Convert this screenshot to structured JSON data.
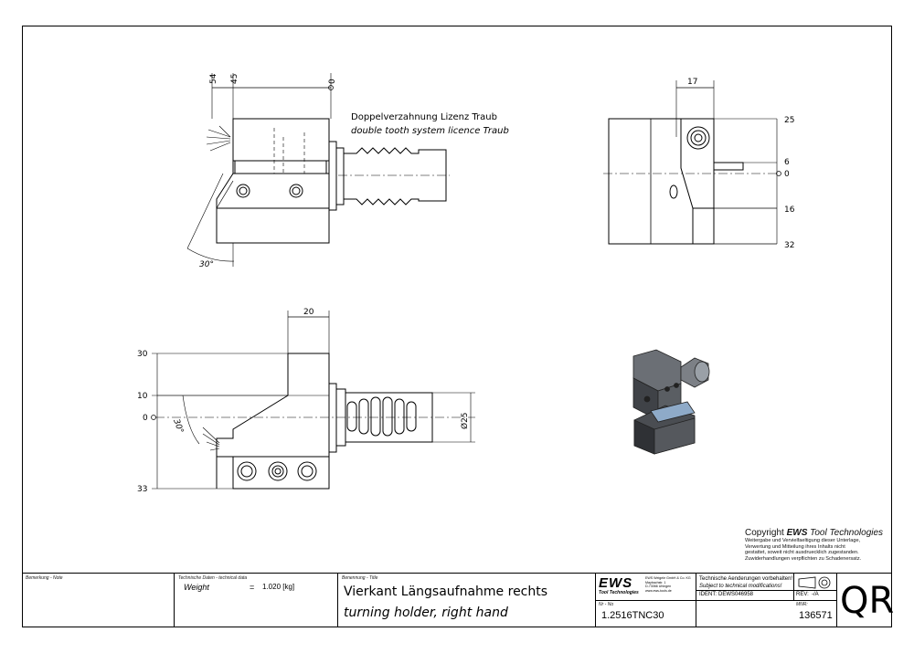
{
  "drawing": {
    "top_view": {
      "dims_top": [
        "54",
        "45",
        "0"
      ],
      "angle": "30°",
      "note_de": "Doppelverzahnung Lizenz Traub",
      "note_en": "double tooth system licence Traub"
    },
    "side_view": {
      "dim_width": "17",
      "dims_right": [
        "25",
        "6",
        "0",
        "16",
        "32"
      ]
    },
    "front_view": {
      "dim_width": "20",
      "dims_left": [
        "30",
        "10",
        "0",
        "33"
      ],
      "angle": "30°",
      "diameter": "Ø25"
    }
  },
  "copyright": {
    "prefix": "Copyright",
    "brand": "EWS",
    "suffix": "Tool Technologies",
    "lines": [
      "Weitergabe und Vervielfaeltigung dieser Unterlage,",
      "Verwertung und Mitteilung ihres Inhalts nicht",
      "gestattet, soweit nicht ausdruecklich zugestanden.",
      "Zuwiderhandlungen verpflichten zu Schadenersatz."
    ]
  },
  "title_block": {
    "remark_label": "Bemerkung - Note",
    "tech_label": "Technische Daten - technical data",
    "weight_label": "Weight",
    "weight_eq": "=",
    "weight_value": "1.020 [kg]",
    "title_label": "Benennung - Title",
    "title_de": "Vierkant Längsaufnahme rechts",
    "title_en": "turning holder, right hand",
    "logo_text": "EWS",
    "logo_sub": "Tool Technologies",
    "company_lines": [
      "EWS Weigele GmbH & Co. KG",
      "Maybachstr. 1",
      "D-73066 Uhingen",
      "www.ews-tools.de"
    ],
    "changes_de": "Technische Aenderungen vorbehalten!",
    "changes_en": "Subject to technical modifications!",
    "ident_label": "IDENT:",
    "ident_value": "DEWS046958",
    "rev_label": "REV:",
    "rev_value": "-/A",
    "nr_label": "Nr - No",
    "nr_value": "1.2516TNC30",
    "mnr_label": "MNR:",
    "mnr_value": "136571",
    "qr_label": "QR"
  }
}
